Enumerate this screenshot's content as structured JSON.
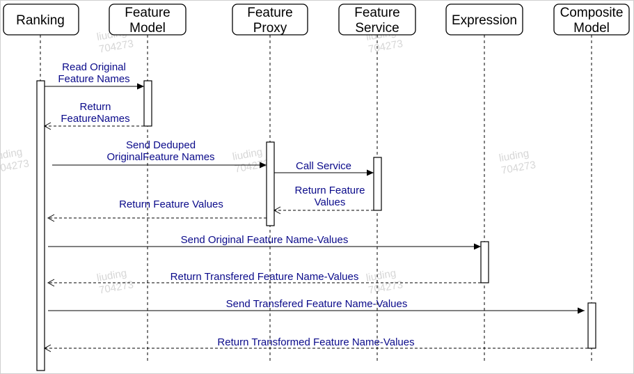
{
  "participants": [
    {
      "id": "ranking",
      "lines": [
        "Ranking"
      ]
    },
    {
      "id": "feature-model",
      "lines": [
        "Feature",
        "Model"
      ]
    },
    {
      "id": "feature-proxy",
      "lines": [
        "Feature",
        "Proxy"
      ]
    },
    {
      "id": "feature-service",
      "lines": [
        "Feature",
        "Service"
      ]
    },
    {
      "id": "expression",
      "lines": [
        "Expression"
      ]
    },
    {
      "id": "composite-model",
      "lines": [
        "Composite",
        "Model"
      ]
    }
  ],
  "messages": [
    {
      "id": "read-original-feature-names",
      "from": "ranking",
      "to": "feature-model",
      "type": "sync",
      "lines": [
        "Read Original",
        "Feature Names"
      ]
    },
    {
      "id": "return-featurenames",
      "from": "feature-model",
      "to": "ranking",
      "type": "return",
      "lines": [
        "Return",
        "FeatureNames"
      ]
    },
    {
      "id": "send-deduped-original-feature-names",
      "from": "ranking",
      "to": "feature-proxy",
      "type": "sync",
      "lines": [
        "Send Deduped",
        "OriginalFeature Names"
      ]
    },
    {
      "id": "call-service",
      "from": "feature-proxy",
      "to": "feature-service",
      "type": "sync",
      "lines": [
        "Call Service"
      ]
    },
    {
      "id": "return-feature-values-service",
      "from": "feature-service",
      "to": "feature-proxy",
      "type": "return",
      "lines": [
        "Return Feature",
        "Values"
      ]
    },
    {
      "id": "return-feature-values-proxy",
      "from": "feature-proxy",
      "to": "ranking",
      "type": "return",
      "lines": [
        "Return Feature Values"
      ]
    },
    {
      "id": "send-original-feature-name-values",
      "from": "ranking",
      "to": "expression",
      "type": "sync",
      "lines": [
        "Send Original Feature Name-Values"
      ]
    },
    {
      "id": "return-transfered-feature-name-values",
      "from": "expression",
      "to": "ranking",
      "type": "return",
      "lines": [
        "Return Transfered Feature Name-Values"
      ]
    },
    {
      "id": "send-transfered-feature-name-values",
      "from": "ranking",
      "to": "composite-model",
      "type": "sync",
      "lines": [
        "Send  Transfered Feature Name-Values"
      ]
    },
    {
      "id": "return-transformed-feature-name-values",
      "from": "composite-model",
      "to": "ranking",
      "type": "return",
      "lines": [
        "Return Transformed Feature Name-Values"
      ]
    }
  ],
  "watermark": [
    "liuding",
    "704273"
  ],
  "colors": {
    "message_text": "#0a0a8a",
    "lines": "#000000",
    "watermark": "#d6d6d6"
  }
}
